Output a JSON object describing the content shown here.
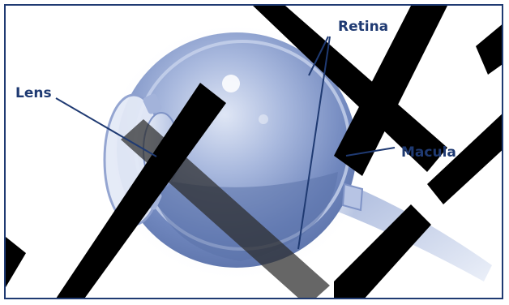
{
  "labels": {
    "retina": "Retina",
    "lens": "Lens",
    "macula": "Macula"
  },
  "colors": {
    "frame": "#1f3a72",
    "label_text": "#1f3a72",
    "leader_line": "#1f3a72",
    "eye_fill_light": "#c9d3ea",
    "eye_fill_mid": "#8ea3cf",
    "eye_fill_dark": "#5f76ad",
    "watermark_band": "#000000"
  },
  "icons": {
    "eye": "eye-cross-section-illustration"
  }
}
